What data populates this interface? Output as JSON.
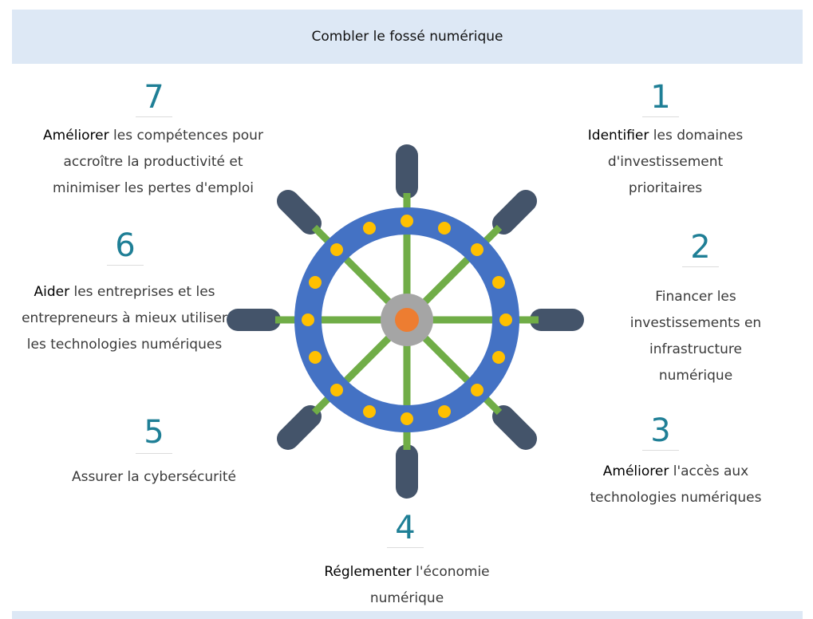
{
  "header": {
    "title": "Combler le fossé numérique"
  },
  "colors": {
    "header_bg": "#dde8f5",
    "ring": "#4472c4",
    "spokes": "#70ad47",
    "handles": "#44546a",
    "dots": "#ffc000",
    "hub": "#a5a5a5",
    "hub_center": "#ed7d31",
    "numbers": "#1f7f96"
  },
  "items": [
    {
      "number": "1",
      "bold": "Identifier",
      "text": " les domaines d'investissement prioritaires"
    },
    {
      "number": "2",
      "bold": "",
      "text": "Financer les investissements en infrastructure numérique"
    },
    {
      "number": "3",
      "bold": "Améliorer",
      "text": " l'accès aux technologies numériques"
    },
    {
      "number": "4",
      "bold": "Réglementer",
      "text": " l'économie numérique"
    },
    {
      "number": "5",
      "bold": "",
      "text": "Assurer la cybersécurité"
    },
    {
      "number": "6",
      "bold": "Aider",
      "text": " les entreprises et les entrepreneurs à mieux utiliser les technologies numériques"
    },
    {
      "number": "7",
      "bold": "Améliorer",
      "text": " les compétences pour accroître la productivité et minimiser les pertes d'emploi"
    }
  ]
}
